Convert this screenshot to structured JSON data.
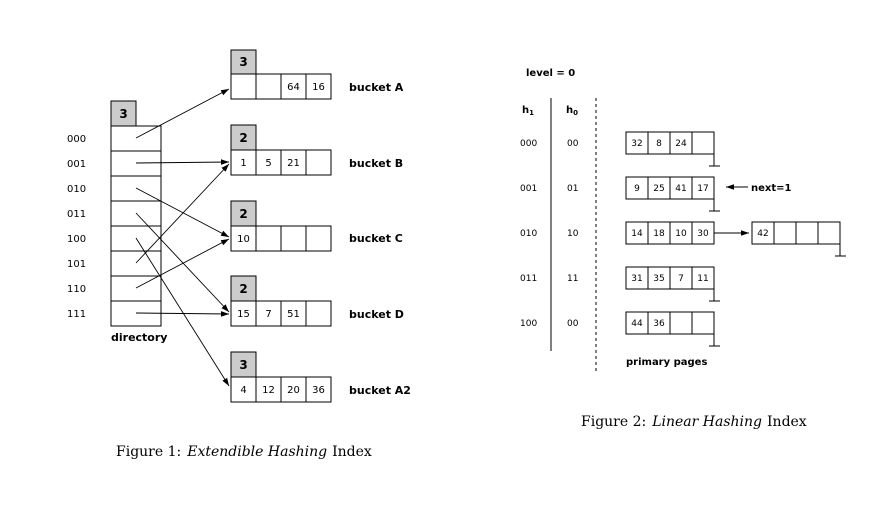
{
  "figure1": {
    "global_depth": "3",
    "dir_entries": [
      "000",
      "001",
      "010",
      "011",
      "100",
      "101",
      "110",
      "111"
    ],
    "dir_label": "directory",
    "buckets": [
      {
        "name": "bucket A",
        "local_depth": "3",
        "cells": [
          "",
          "",
          "64",
          "16"
        ]
      },
      {
        "name": "bucket B",
        "local_depth": "2",
        "cells": [
          "1",
          "5",
          "21",
          ""
        ]
      },
      {
        "name": "bucket C",
        "local_depth": "2",
        "cells": [
          "10",
          "",
          "",
          ""
        ]
      },
      {
        "name": "bucket D",
        "local_depth": "2",
        "cells": [
          "15",
          "7",
          "51",
          ""
        ]
      },
      {
        "name": "bucket A2",
        "local_depth": "3",
        "cells": [
          "4",
          "12",
          "20",
          "36"
        ]
      }
    ],
    "caption_prefix": "Figure 1:",
    "caption_title": "Extendible Hashing",
    "caption_suffix": "Index"
  },
  "figure2": {
    "level_label": "level = 0",
    "h1_header": "h",
    "h1_sub": "1",
    "h0_header": "h",
    "h0_sub": "0",
    "rows": [
      {
        "h1": "000",
        "h0": "00",
        "cells": [
          "32",
          "8",
          "24",
          ""
        ]
      },
      {
        "h1": "001",
        "h0": "01",
        "cells": [
          "9",
          "25",
          "41",
          "17"
        ]
      },
      {
        "h1": "010",
        "h0": "10",
        "cells": [
          "14",
          "18",
          "10",
          "30"
        ]
      },
      {
        "h1": "011",
        "h0": "11",
        "cells": [
          "31",
          "35",
          "7",
          "11"
        ]
      },
      {
        "h1": "100",
        "h0": "00",
        "cells": [
          "44",
          "36",
          "",
          ""
        ]
      }
    ],
    "overflow_cells": [
      "42",
      "",
      "",
      ""
    ],
    "next_label": "next=1",
    "primary_label": "primary pages",
    "caption_prefix": "Figure 2:",
    "caption_title": "Linear Hashing",
    "caption_suffix": "Index"
  }
}
